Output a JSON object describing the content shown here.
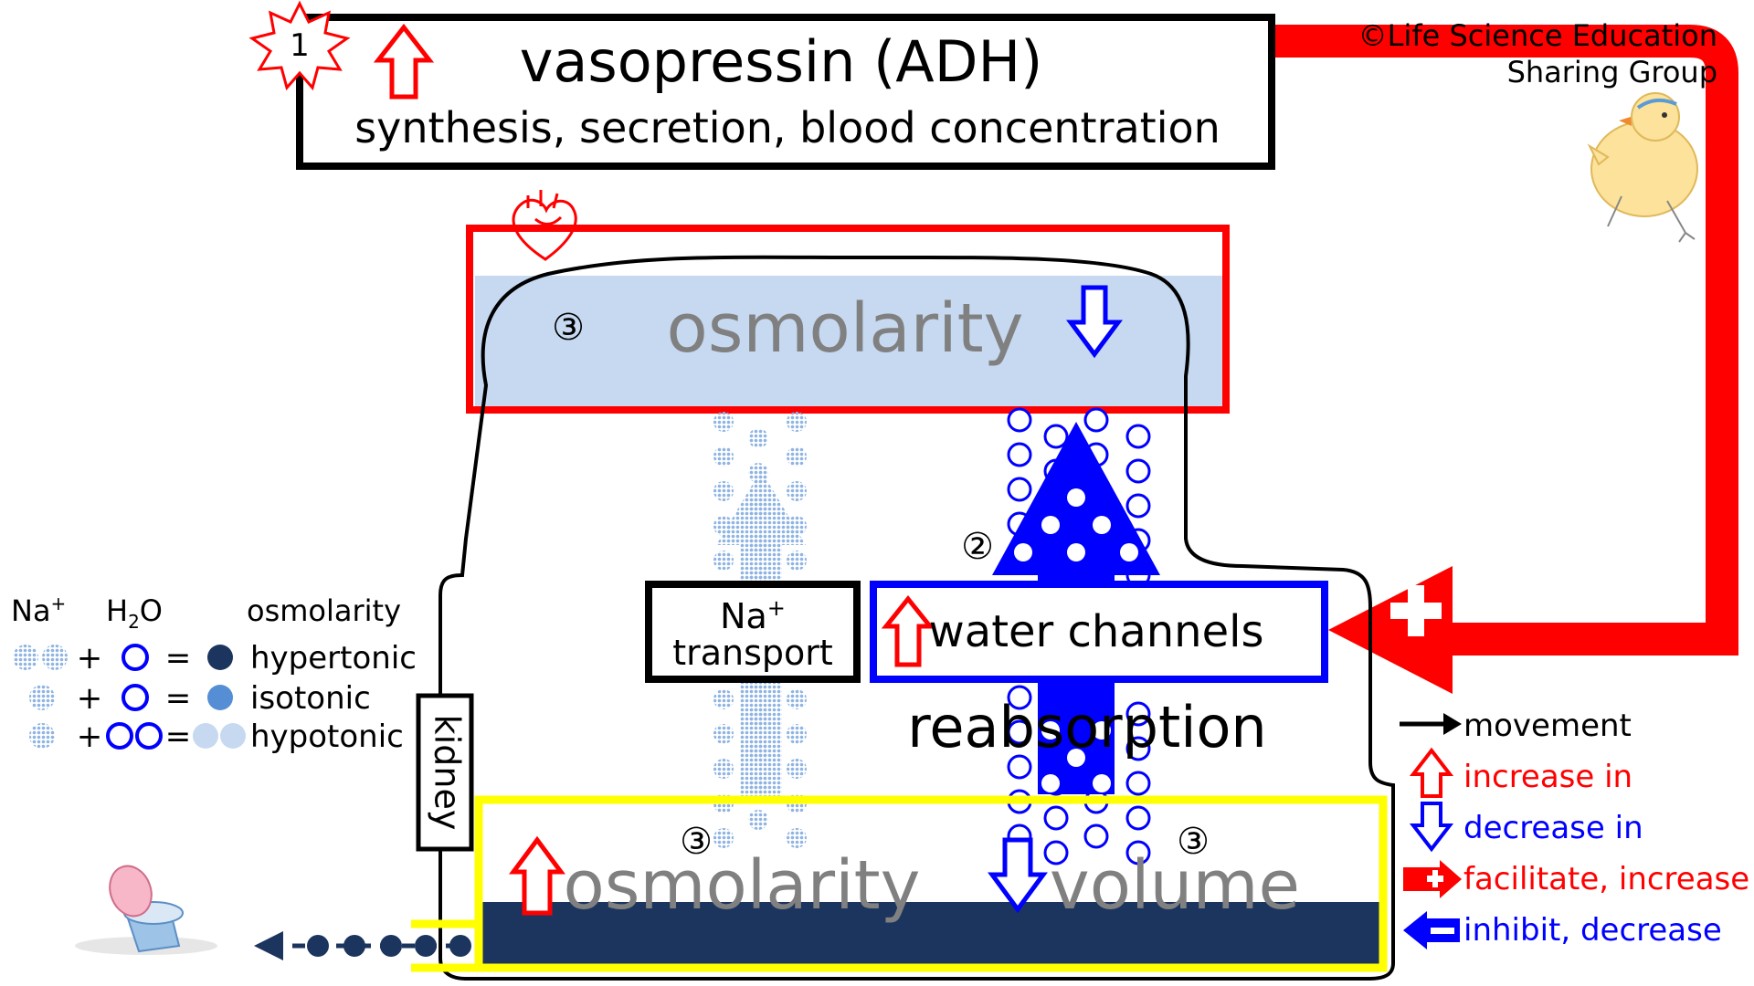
{
  "copyright": {
    "line1": "©Life Science Education",
    "line2": "Sharing Group"
  },
  "header": {
    "step": "1",
    "title": "vasopressin (ADH)",
    "subtitle": "synthesis, secretion, blood concentration"
  },
  "blood": {
    "marker": "③",
    "label": "osmolarity"
  },
  "na_transport": {
    "line1": "Na",
    "line1_sup": "+",
    "line2": "transport"
  },
  "water_channels": {
    "marker": "②",
    "label": "water channels"
  },
  "reabsorption": "reabsorption",
  "kidney_label": "kidney",
  "urine": {
    "marker_left": "③",
    "marker_right": "③",
    "osmolarity": "osmolarity",
    "volume": "volume"
  },
  "osmo_legend": {
    "h_na": "Na",
    "h_na_sup": "+",
    "h_h2o_a": "H",
    "h_h2o_sub": "2",
    "h_h2o_b": "O",
    "h_osm": "osmolarity",
    "plus": "+",
    "eq": "=",
    "rows": [
      "hypertonic",
      "isotonic",
      "hypotonic"
    ]
  },
  "symbol_legend": {
    "movement": "movement",
    "increase": "increase in",
    "decrease": "decrease in",
    "facilitate": "facilitate, increase",
    "inhibit": "inhibit, decrease"
  },
  "icons": [
    "starburst-icon",
    "heart-icon",
    "chick-icon",
    "toilet-icon",
    "up-arrow-icon",
    "down-arrow-icon",
    "plus-arrow-icon"
  ],
  "colors": {
    "red": "#ff0000",
    "blue": "#0000ff",
    "yellow": "#ffff00",
    "navy": "#1c355e",
    "light_blue": "#c6d9f1",
    "na_dot": "#8fb4e3",
    "isotonic": "#558ed5",
    "hypotonic": "#c6d9f1",
    "gray_text": "#808080"
  }
}
